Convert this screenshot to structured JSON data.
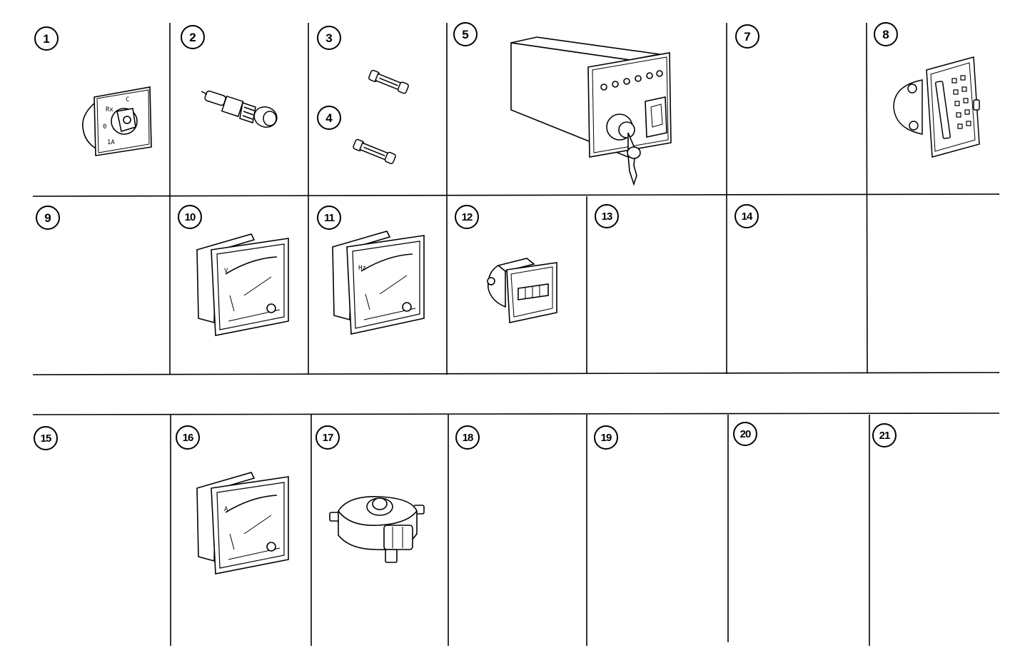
{
  "items": [
    {
      "number": "1",
      "icon": "rotary-switch-icon"
    },
    {
      "number": "2",
      "icon": "indicator-lamp-icon"
    },
    {
      "number": "3",
      "icon": "fuse-icon"
    },
    {
      "number": "4",
      "icon": "fuse-icon"
    },
    {
      "number": "5",
      "icon": "control-module-icon"
    },
    {
      "number": "7",
      "icon": ""
    },
    {
      "number": "8",
      "icon": "multi-pin-connector-icon"
    },
    {
      "number": "9",
      "icon": ""
    },
    {
      "number": "10",
      "icon": "panel-voltmeter-icon"
    },
    {
      "number": "11",
      "icon": "panel-frequency-meter-icon"
    },
    {
      "number": "12",
      "icon": "hour-counter-icon"
    },
    {
      "number": "13",
      "icon": ""
    },
    {
      "number": "14",
      "icon": ""
    },
    {
      "number": "15",
      "icon": ""
    },
    {
      "number": "16",
      "icon": "panel-ammeter-icon"
    },
    {
      "number": "17",
      "icon": "current-transformer-icon"
    },
    {
      "number": "18",
      "icon": ""
    },
    {
      "number": "19",
      "icon": ""
    },
    {
      "number": "20",
      "icon": ""
    },
    {
      "number": "21",
      "icon": ""
    }
  ],
  "switch_labels": {
    "top_left": "Rx",
    "top_right": "C",
    "left": "0",
    "bottom": "1A"
  },
  "voltmeter_label": "V",
  "frequency_label": "Hz",
  "ammeter_label": "A"
}
